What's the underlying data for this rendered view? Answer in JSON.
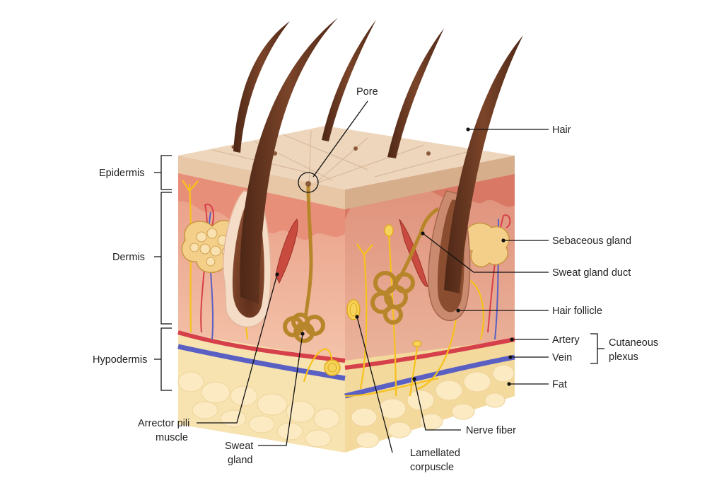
{
  "diagram": {
    "labels": {
      "pore": "Pore",
      "hair": "Hair",
      "epidermis": "Epidermis",
      "dermis": "Dermis",
      "hypodermis": "Hypodermis",
      "sebaceous_gland": "Sebaceous gland",
      "sweat_gland_duct": "Sweat gland duct",
      "hair_follicle": "Hair follicle",
      "artery": "Artery",
      "vein": "Vein",
      "cutaneous_plexus_line1": "Cutaneous",
      "cutaneous_plexus_line2": "plexus",
      "fat": "Fat",
      "arrector_pili_line1": "Arrector pili",
      "arrector_pili_line2": "muscle",
      "sweat_gland_line1": "Sweat",
      "sweat_gland_line2": "gland",
      "lamellated_line1": "Lamellated",
      "lamellated_line2": "corpuscle",
      "nerve_fiber": "Nerve fiber"
    },
    "colors": {
      "epidermis_top": "#e8cfb4",
      "epidermis_side": "#d9b797",
      "dermis": "#f0b8a0",
      "dermis_dark": "#e29a82",
      "hair": "#6b3a24",
      "follicle": "#c98a70",
      "nerve": "#f6c21b",
      "artery": "#d6404a",
      "vein": "#5a5fc4",
      "fat": "#f6e0a8",
      "gland": "#f3cf8a",
      "sweat_gland": "#b8862a"
    }
  }
}
